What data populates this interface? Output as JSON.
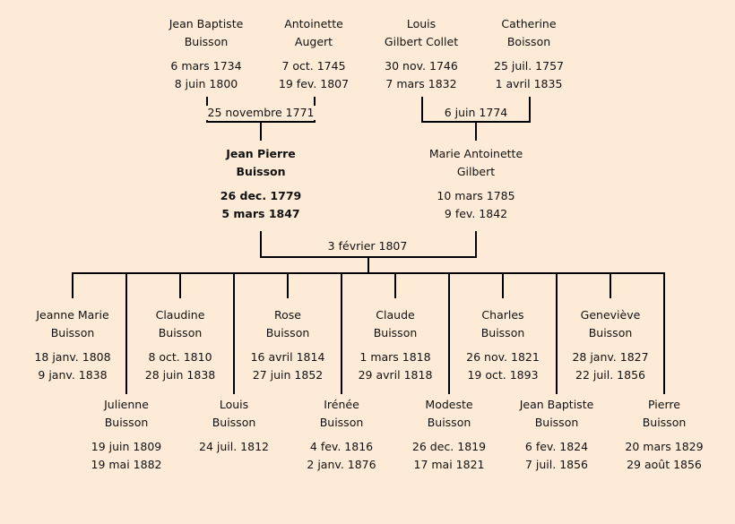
{
  "grandparents": [
    {
      "name1": "Jean Baptiste",
      "name2": "Buisson",
      "birth": "6 mars 1734",
      "death": "8 juin 1800"
    },
    {
      "name1": "Antoinette",
      "name2": "Augert",
      "birth": "7 oct. 1745",
      "death": "19 fev. 1807"
    },
    {
      "name1": "Louis",
      "name2": "Gilbert Collet",
      "birth": "30 nov. 1746",
      "death": "7 mars 1832"
    },
    {
      "name1": "Catherine",
      "name2": "Boisson",
      "birth": "25 juil. 1757",
      "death": "1 avril 1835"
    }
  ],
  "marriages": {
    "paternal": "25 novembre 1771",
    "maternal": "6 juin 1774",
    "parents": "3 février 1807"
  },
  "parents": [
    {
      "name1": "Jean Pierre",
      "name2": "Buisson",
      "birth": "26 dec. 1779",
      "death": "5 mars 1847"
    },
    {
      "name1": "Marie Antoinette",
      "name2": "Gilbert",
      "birth": "10 mars 1785",
      "death": "9 fev. 1842"
    }
  ],
  "children": [
    {
      "name1": "Jeanne Marie",
      "name2": "Buisson",
      "birth": "18 janv. 1808",
      "death": "9 janv. 1838"
    },
    {
      "name1": "Julienne",
      "name2": "Buisson",
      "birth": "19 juin 1809",
      "death": "19 mai 1882"
    },
    {
      "name1": "Claudine",
      "name2": "Buisson",
      "birth": "8 oct. 1810",
      "death": "28 juin 1838"
    },
    {
      "name1": "Louis",
      "name2": "Buisson",
      "birth": "24 juil. 1812",
      "death": ""
    },
    {
      "name1": "Rose",
      "name2": "Buisson",
      "birth": "16 avril 1814",
      "death": "27 juin 1852"
    },
    {
      "name1": "Irénée",
      "name2": "Buisson",
      "birth": "4 fev. 1816",
      "death": "2 janv. 1876"
    },
    {
      "name1": "Claude",
      "name2": "Buisson",
      "birth": "1 mars 1818",
      "death": "29 avril 1818"
    },
    {
      "name1": "Modeste",
      "name2": "Buisson",
      "birth": "26 dec. 1819",
      "death": "17 mai 1821"
    },
    {
      "name1": "Charles",
      "name2": "Buisson",
      "birth": "26 nov. 1821",
      "death": "19 oct. 1893"
    },
    {
      "name1": "Jean Baptiste",
      "name2": "Buisson",
      "birth": "6 fev. 1824",
      "death": "7 juil. 1856"
    },
    {
      "name1": "Geneviève",
      "name2": "Buisson",
      "birth": "28 janv. 1827",
      "death": "22 juil. 1856"
    },
    {
      "name1": "Pierre",
      "name2": "Buisson",
      "birth": "20 mars 1829",
      "death": "29 août 1856"
    }
  ]
}
